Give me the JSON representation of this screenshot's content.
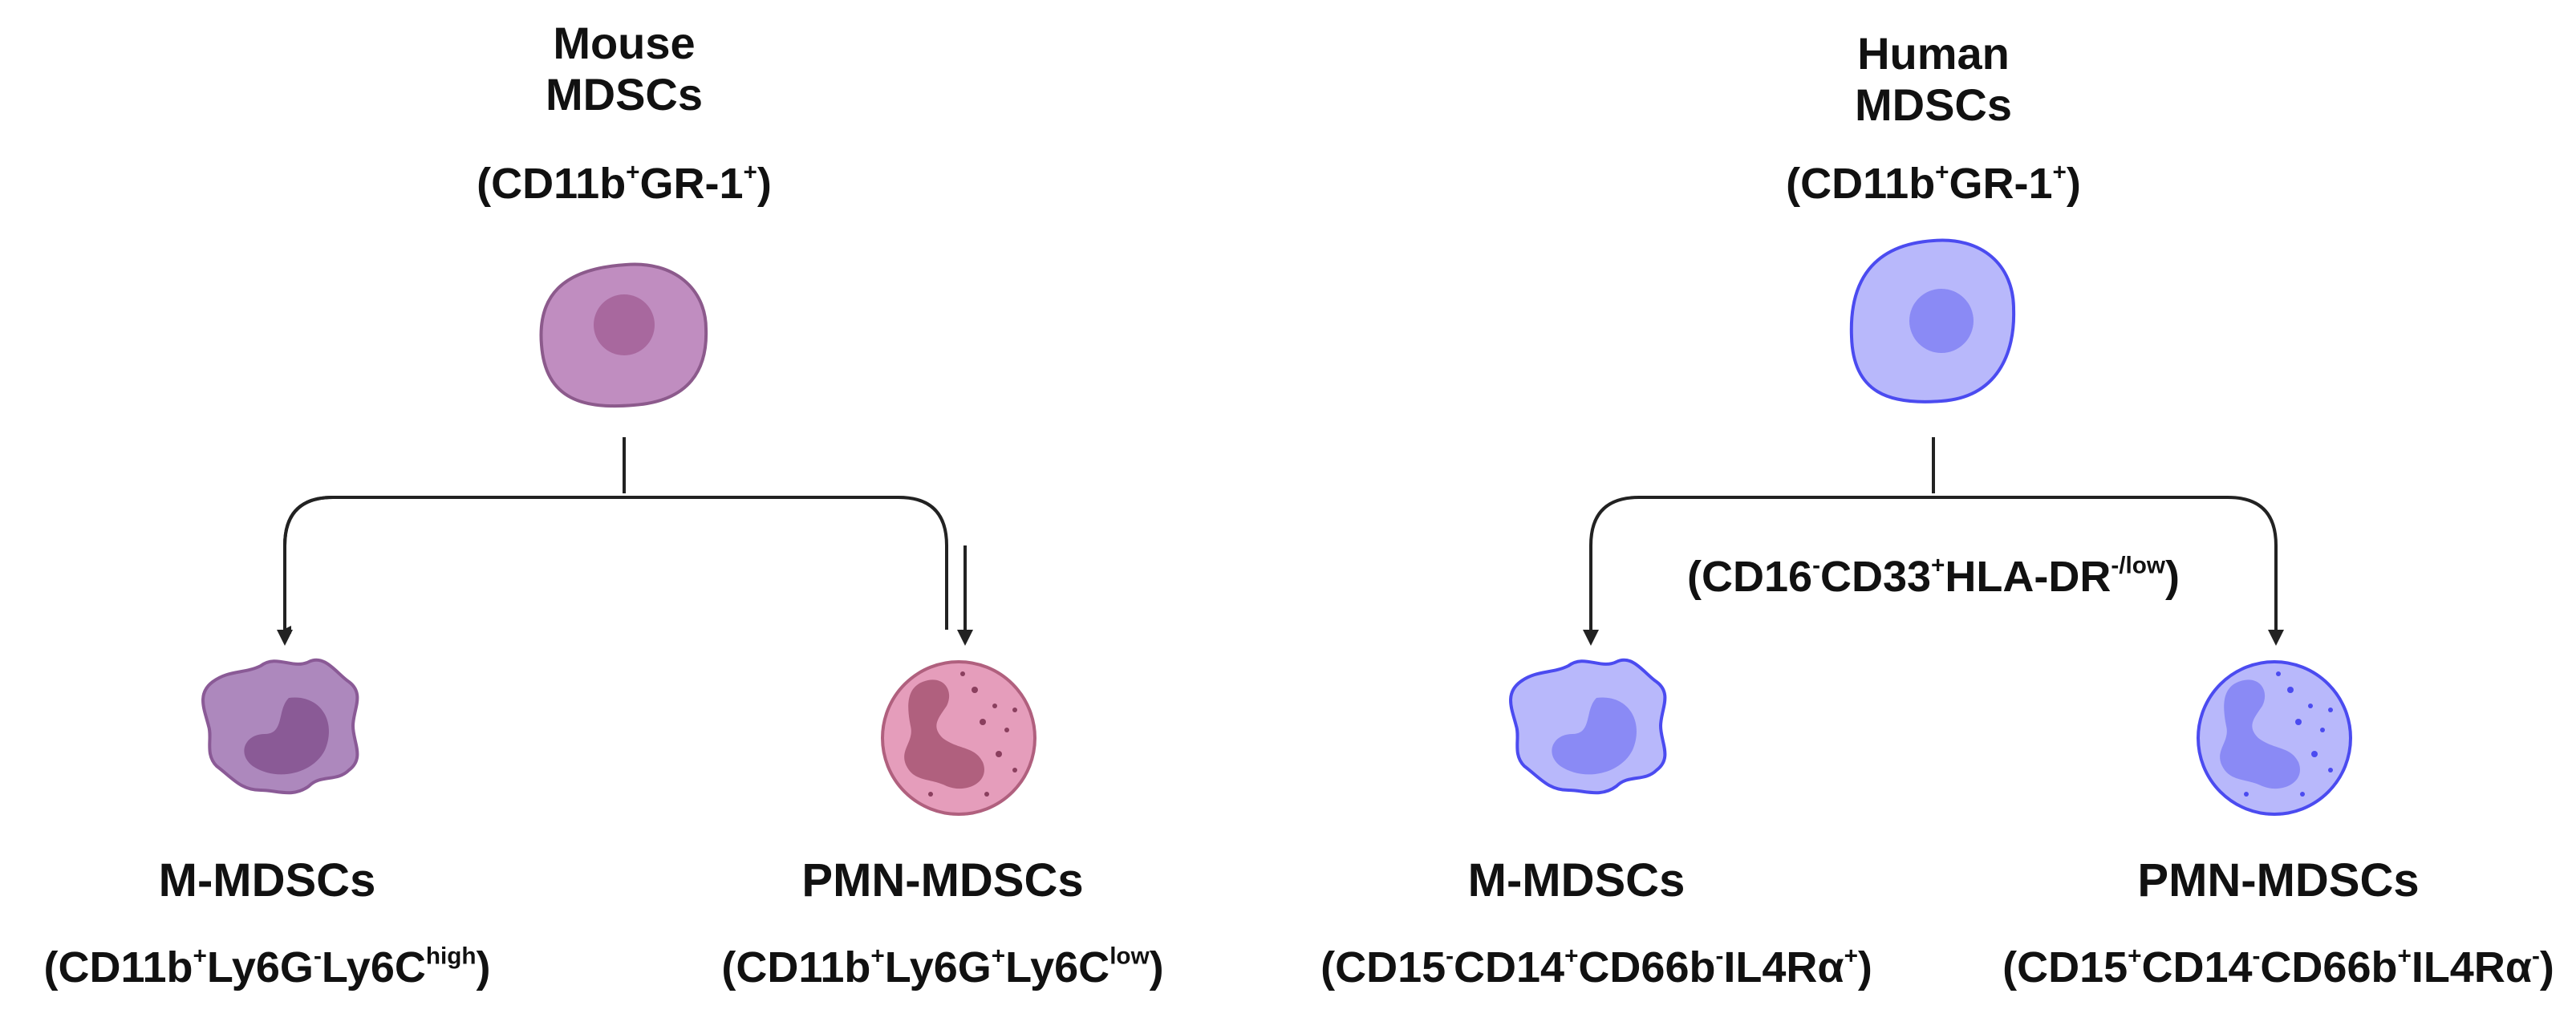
{
  "colors": {
    "mouse_cell_fill": "#c08dc0",
    "mouse_cell_stroke": "#8c5a8c",
    "mouse_nucleus": "#a8689e",
    "mouse_m_fill": "#ad88bd",
    "mouse_m_nucleus": "#8a5a96",
    "mouse_pmn_fill": "#e59dbb",
    "mouse_pmn_nucleus": "#b0607e",
    "human_cell_fill": "#b8b8fb",
    "human_cell_stroke": "#4b4bf0",
    "human_nucleus": "#8a8af5",
    "arrow": "#222222"
  },
  "mouse": {
    "title_line1": "Mouse",
    "title_line2": "MDSCs",
    "marker": [
      {
        "t": "(CD11b"
      },
      {
        "s": "+"
      },
      {
        "t": "GR-1"
      },
      {
        "s": "+"
      },
      {
        "t": ")"
      }
    ],
    "m": {
      "name": "M-MDSCs",
      "marker": [
        {
          "t": "(CD11b"
        },
        {
          "s": "+"
        },
        {
          "t": "Ly6G"
        },
        {
          "s": "-"
        },
        {
          "t": "Ly6C"
        },
        {
          "s": "high"
        },
        {
          "t": ")"
        }
      ]
    },
    "pmn": {
      "name": "PMN-MDSCs",
      "marker": [
        {
          "t": "(CD11b"
        },
        {
          "s": "+"
        },
        {
          "t": "Ly6G"
        },
        {
          "s": "+"
        },
        {
          "t": "Ly6C"
        },
        {
          "s": "low"
        },
        {
          "t": ")"
        }
      ]
    }
  },
  "human": {
    "title_line1": "Human",
    "title_line2": "MDSCs",
    "marker": [
      {
        "t": "(CD11b"
      },
      {
        "s": "+"
      },
      {
        "t": "GR-1"
      },
      {
        "s": "+"
      },
      {
        "t": ")"
      }
    ],
    "branch_marker": [
      {
        "t": "(CD16"
      },
      {
        "s": "-"
      },
      {
        "t": "CD33"
      },
      {
        "s": "+"
      },
      {
        "t": "HLA-DR"
      },
      {
        "s": "-/low"
      },
      {
        "t": ")"
      }
    ],
    "m": {
      "name": "M-MDSCs",
      "marker": [
        {
          "t": "(CD15"
        },
        {
          "s": "-"
        },
        {
          "t": "CD14"
        },
        {
          "s": "+"
        },
        {
          "t": "CD66b"
        },
        {
          "s": "-"
        },
        {
          "t": "IL4Rα"
        },
        {
          "s": "+"
        },
        {
          "t": ")"
        }
      ]
    },
    "pmn": {
      "name": "PMN-MDSCs",
      "marker": [
        {
          "t": "(CD15"
        },
        {
          "s": "+"
        },
        {
          "t": "CD14"
        },
        {
          "s": "-"
        },
        {
          "t": "CD66b"
        },
        {
          "s": "+"
        },
        {
          "t": "IL4Rα"
        },
        {
          "s": "-"
        },
        {
          "t": ")"
        }
      ]
    }
  }
}
